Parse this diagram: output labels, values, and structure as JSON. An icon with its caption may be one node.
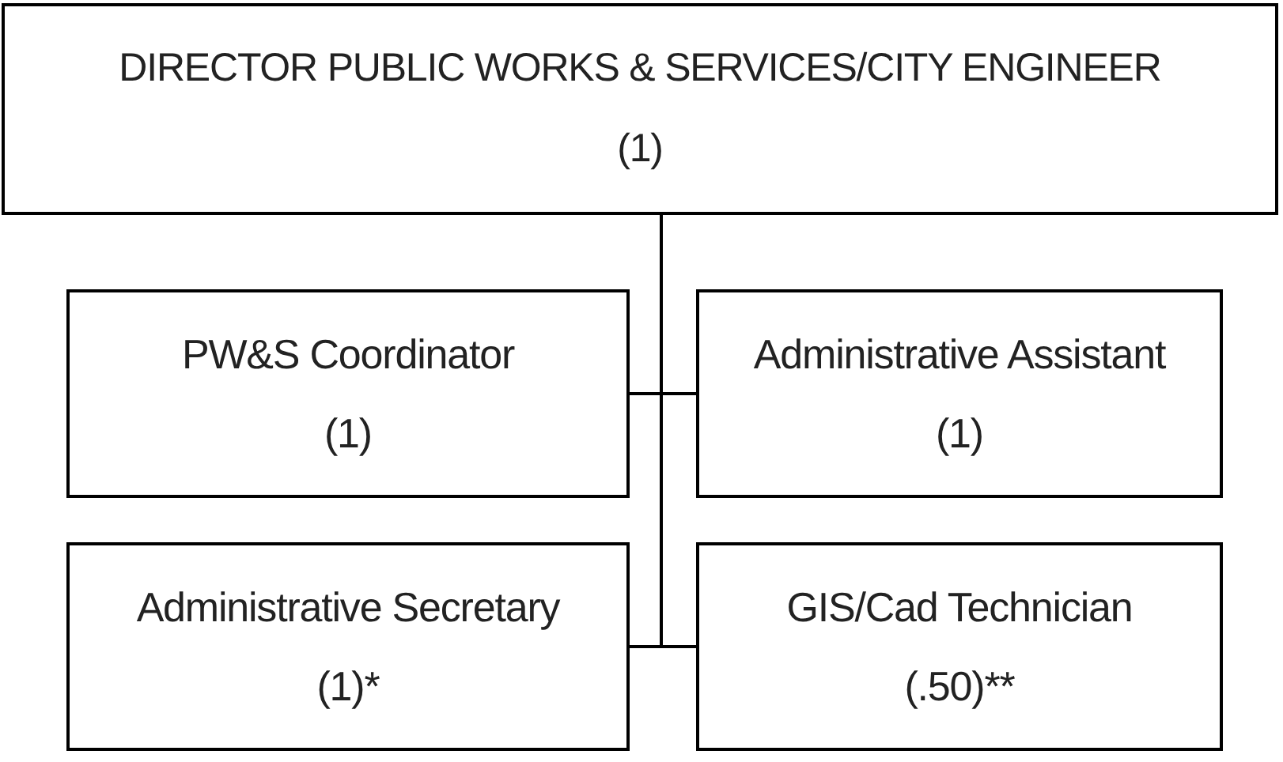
{
  "diagram": {
    "nodes": [
      {
        "text": [
          "DIRECTOR PUBLIC WORKS & SERVICES/CITY ENGINEER",
          "(1)"
        ]
      },
      {
        "text": [
          "PW&S Coordinator",
          "(1)"
        ]
      },
      {
        "text": [
          "Administrative Assistant",
          "(1)"
        ]
      },
      {
        "text": [
          "Administrative Secretary",
          "(1)*"
        ]
      },
      {
        "text": [
          "GIS/Cad Technician",
          "(.50)**"
        ]
      }
    ],
    "edges": [
      {
        "from": 0,
        "to": 1,
        "arrow": "none"
      },
      {
        "from": 0,
        "to": 2,
        "arrow": "none"
      },
      {
        "from": 0,
        "to": 3,
        "arrow": "none"
      },
      {
        "from": 0,
        "to": 4,
        "arrow": "none"
      }
    ]
  }
}
